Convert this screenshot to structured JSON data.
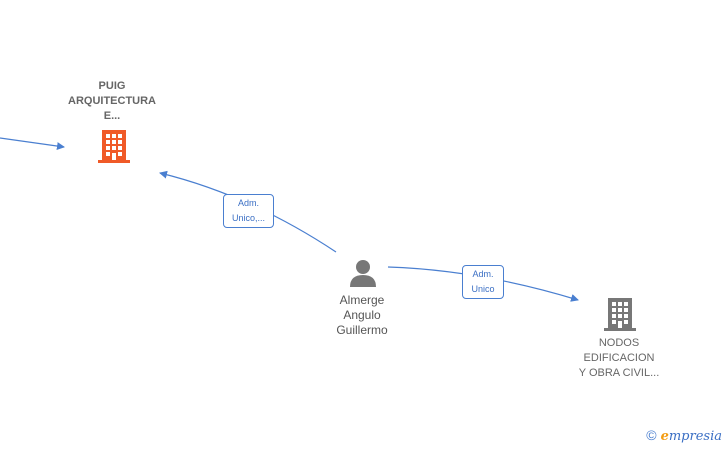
{
  "nodes": {
    "puig": {
      "lines": [
        "PUIG",
        "ARQUITECTURA",
        "E..."
      ],
      "color": "#f05a28",
      "icon": "building-icon"
    },
    "almerge": {
      "lines": [
        "Almerge",
        "Angulo",
        "Guillermo"
      ],
      "color": "#777777",
      "icon": "person-icon"
    },
    "nodos": {
      "lines": [
        "NODOS",
        "EDIFICACION",
        "Y OBRA CIVIL..."
      ],
      "color": "#777777",
      "icon": "building-icon"
    }
  },
  "edges": {
    "to_puig": {
      "lines": [
        "Adm.",
        "Unico,..."
      ]
    },
    "to_nodos": {
      "lines": [
        "Adm.",
        "Unico"
      ]
    }
  },
  "footer": {
    "copyright": "©",
    "brand_e": "e",
    "brand_rest": "mpresia"
  },
  "colors": {
    "edge": "#4a7fd0"
  }
}
